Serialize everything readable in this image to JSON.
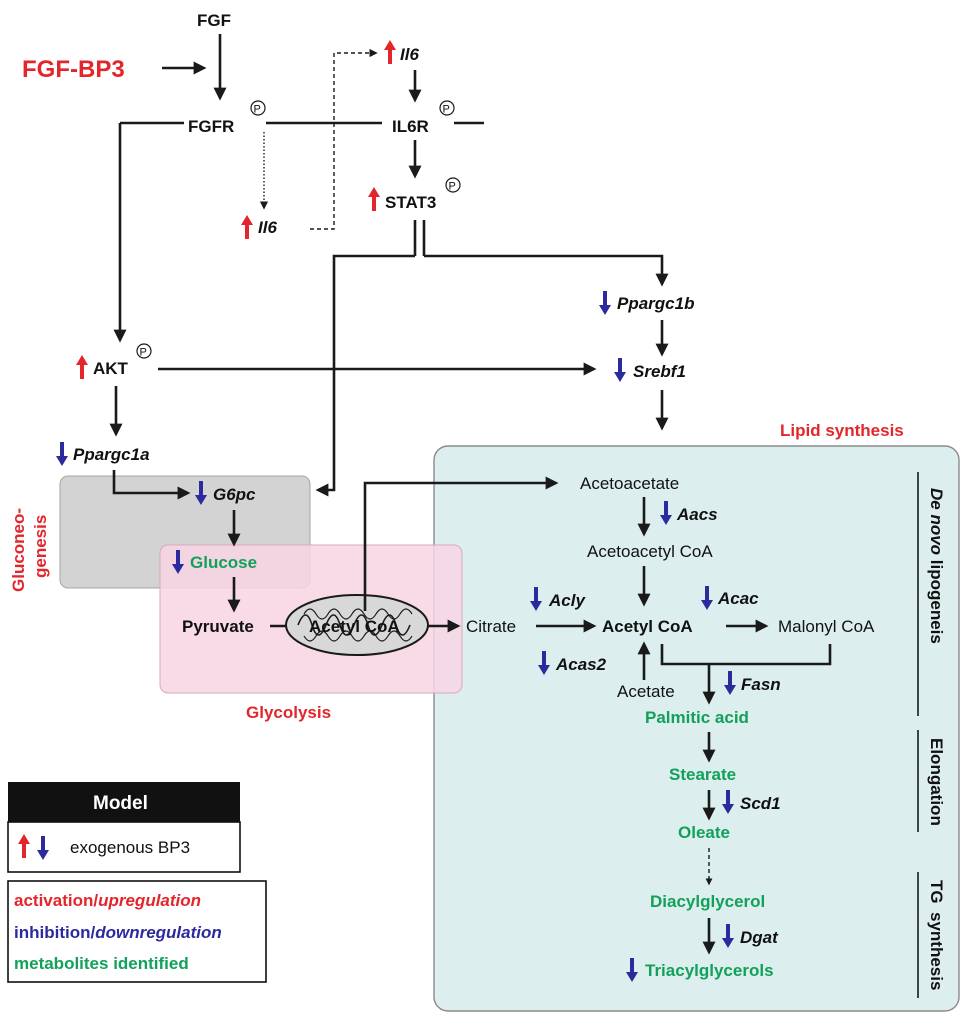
{
  "nodes": {
    "fgf": "FGF",
    "fgf_bp3": "FGF-BP3",
    "fgfr": "FGFR",
    "il6_top": "Il6",
    "il6r": "IL6R",
    "stat3": "STAT3",
    "il6_low": "Il6",
    "akt": "AKT",
    "ppargc1b": "Ppargc1b",
    "srebf1": "Srebf1",
    "ppargc1a": "Ppargc1a",
    "g6pc": "G6pc",
    "glucose": "Glucose",
    "pyruvate": "Pyruvate",
    "acetyl_coa_mito": "Acetyl CoA",
    "citrate": "Citrate",
    "acetoacetate": "Acetoacetate",
    "aacs": "Aacs",
    "acetoacetyl_coa": "Acetoacetyl CoA",
    "acly": "Acly",
    "acac": "Acac",
    "acetyl_coa": "Acetyl CoA",
    "malonyl_coa": "Malonyl CoA",
    "acas2": "Acas2",
    "acetate": "Acetate",
    "fasn": "Fasn",
    "palmitic_acid": "Palmitic acid",
    "stearate": "Stearate",
    "scd1": "Scd1",
    "oleate": "Oleate",
    "diacylglycerol": "Diacylglycerol",
    "dgat": "Dgat",
    "triacylglycerols": "Triacylglycerols",
    "phospho_mark": "P"
  },
  "regions": {
    "lipid_synthesis": "Lipid synthesis",
    "gluconeogenesis_line1": "Gluconeo-",
    "gluconeogenesis_line2": "genesis",
    "glycolysis": "Glycolysis",
    "de_novo": "De novo",
    "lipogeneis": " lipogeneis",
    "elongation": "Elongation",
    "tg": "TG",
    "synthesis": "synthesis"
  },
  "legend": {
    "title": "Model",
    "arrows_label": "exogenous BP3",
    "activation": "activation/",
    "upregulation": "upregulation",
    "inhibition": "inhibition/",
    "downregulation": "downregulation",
    "metabolites": "metabolites identified"
  },
  "colors": {
    "activation": "#e3262b",
    "inhibition": "#2b2b9e",
    "metabolite": "#12a05a",
    "lipid_box": "#dcefee",
    "gluco_box": "#d3d3d3",
    "glyco_box": "#f8d5e4"
  }
}
